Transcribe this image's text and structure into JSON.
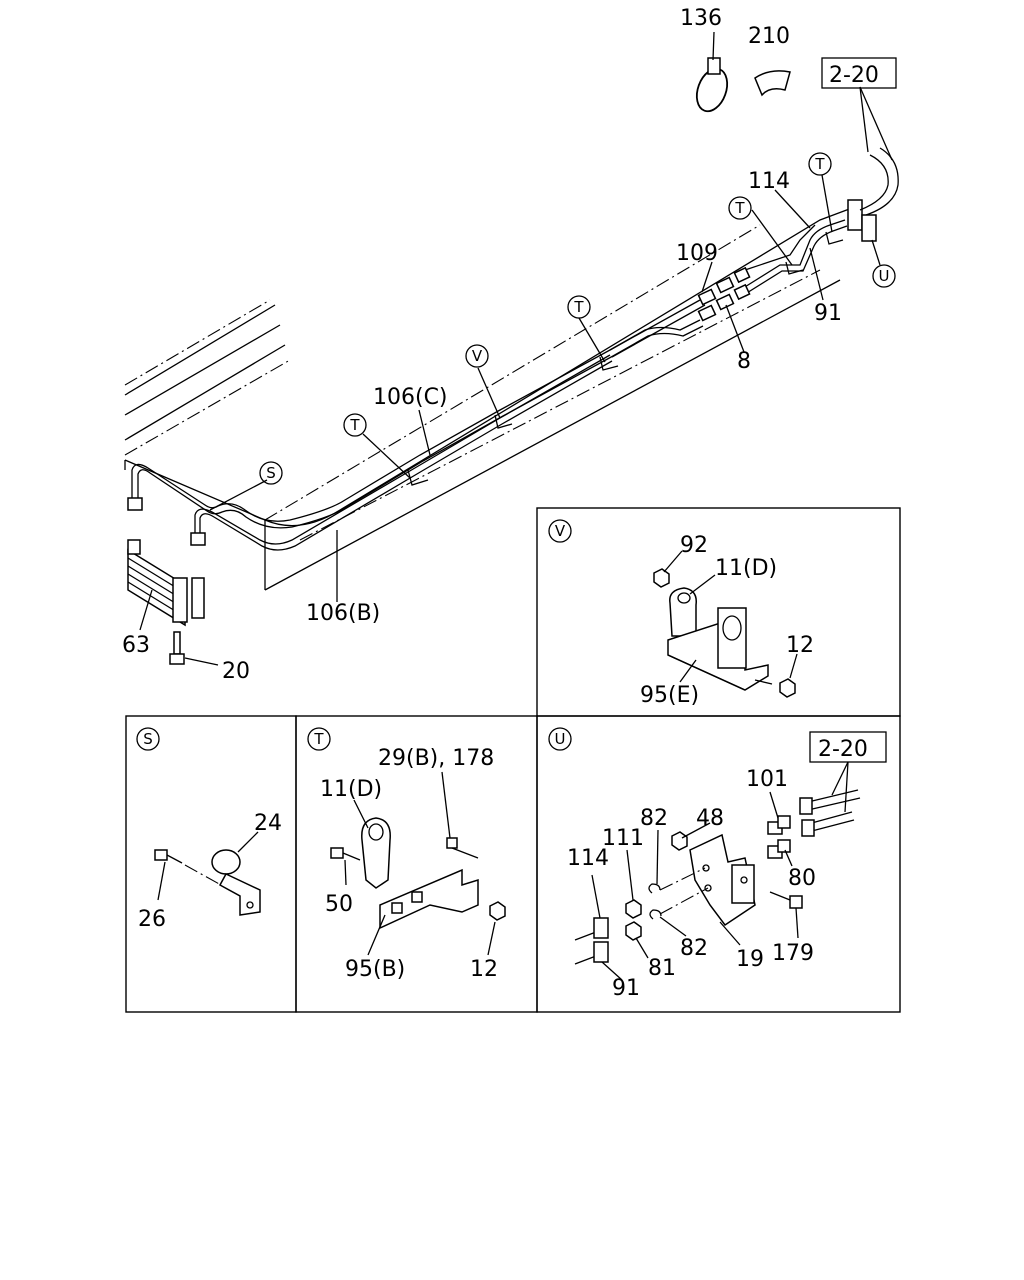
{
  "main": {
    "callouts": {
      "c136": "136",
      "c210": "210",
      "ref_2_20": "2-20",
      "c114": "114",
      "c109": "109",
      "c91": "91",
      "c8": "8",
      "c106c": "106(C)",
      "c106b": "106(B)",
      "c63": "63",
      "c20": "20"
    },
    "markers": {
      "t1": "T",
      "t2": "T",
      "t3": "T",
      "t4": "T",
      "v": "V",
      "s": "S",
      "u": "U"
    }
  },
  "detail_v": {
    "marker": "V",
    "labels": {
      "c92": "92",
      "c11d": "11(D)",
      "c12": "12",
      "c95e": "95(E)"
    }
  },
  "detail_s": {
    "marker": "S",
    "labels": {
      "c24": "24",
      "c26": "26"
    }
  },
  "detail_t": {
    "marker": "T",
    "labels": {
      "c29b": "29(B), 178",
      "c11d": "11(D)",
      "c50": "50",
      "c95b": "95(B)",
      "c12": "12"
    }
  },
  "detail_u": {
    "marker": "U",
    "ref": "2-20",
    "labels": {
      "c101": "101",
      "c82a": "82",
      "c48": "48",
      "c111": "111",
      "c114": "114",
      "c80": "80",
      "c179": "179",
      "c82b": "82",
      "c19": "19",
      "c81": "81",
      "c91": "91"
    }
  }
}
